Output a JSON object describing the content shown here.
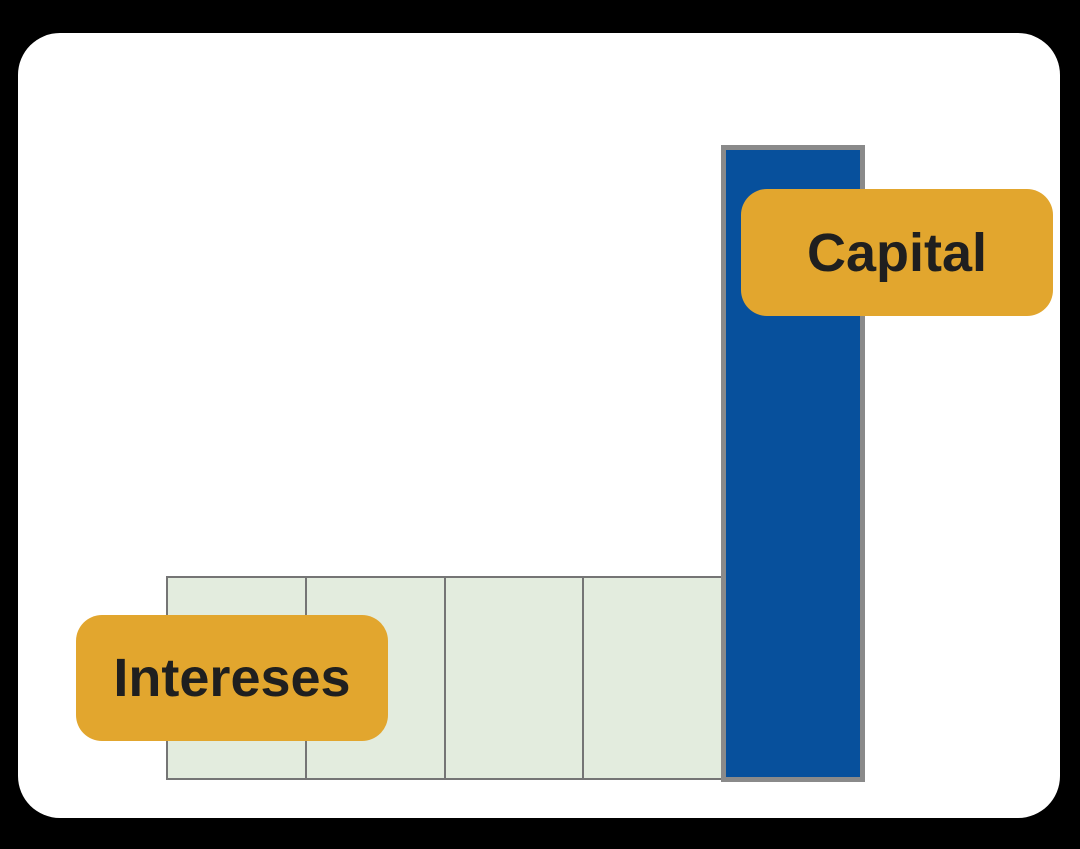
{
  "canvas": {
    "background_color": "#000000",
    "card_background_color": "#ffffff"
  },
  "colors": {
    "tag_background": "#e2a62e",
    "tag_text": "#1f1f1f",
    "capital_bar_fill": "#07509c",
    "capital_bar_border": "#8a8a8a",
    "interest_cell_fill": "#e3ecde",
    "interest_cell_border": "#757575"
  },
  "labels": {
    "capital": "Capital",
    "intereses": "Intereses"
  },
  "diagram": {
    "capital_bar": {
      "label": "Capital",
      "orientation": "vertical",
      "units": 1
    },
    "interest_row": {
      "label": "Intereses",
      "orientation": "horizontal",
      "cell_count": 4
    }
  }
}
